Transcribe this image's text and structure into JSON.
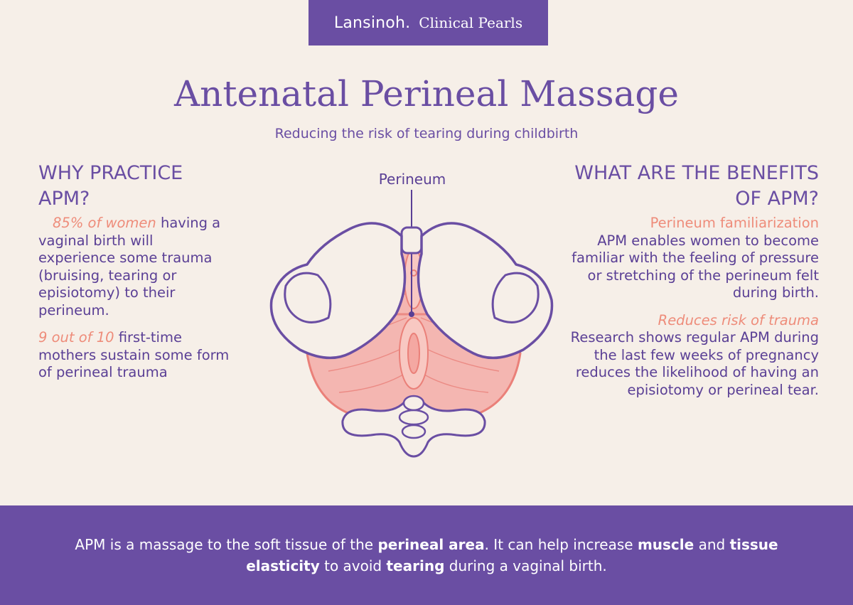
{
  "header": {
    "brand": "Lansinoh.",
    "series": "Clinical Pearls"
  },
  "title": "Antenatal Perineal Massage",
  "subtitle": "Reducing the risk of tearing during childbirth",
  "left": {
    "heading": "WHY PRACTICE APM?",
    "p1": {
      "highlight": "85% of women",
      "text": "having a vaginal birth will experience some trauma (bruising, tearing or episiotomy) to their perineum."
    },
    "p2": {
      "highlight": "9 out of 10",
      "text": "first-time mothers sustain some form of perineal trauma"
    }
  },
  "diagram": {
    "label": "Perineum",
    "colors": {
      "bone_outline": "#6a4ea3",
      "bone_fill": "#f6efe8",
      "muscle_fill": "#f4b6b1",
      "muscle_line": "#ea8079"
    }
  },
  "right": {
    "heading": "WHAT ARE THE BENEFITS OF APM?",
    "b1": {
      "highlight": "Perineum familiarization",
      "text": "APM enables women to become familiar with the feeling of pressure or stretching of the perineum felt during birth."
    },
    "b2": {
      "highlight": "Reduces risk of trauma",
      "text": "Research shows regular APM during the last few weeks of pregnancy reduces the likelihood of having an episiotomy or perineal tear."
    }
  },
  "footer": {
    "line1": {
      "a": "APM is a massage to the soft tissue of the",
      "b1": "perineal area",
      "c": ". It can help increase",
      "b2": "muscle",
      "d": "and",
      "b3": "tissue"
    },
    "line2": {
      "b4": "elasticity",
      "e": "to avoid",
      "b5": "tearing",
      "f": "during a vaginal birth."
    }
  },
  "colors": {
    "purple": "#6a4ea3",
    "coral": "#ee8c7a",
    "background": "#f6efe8"
  }
}
